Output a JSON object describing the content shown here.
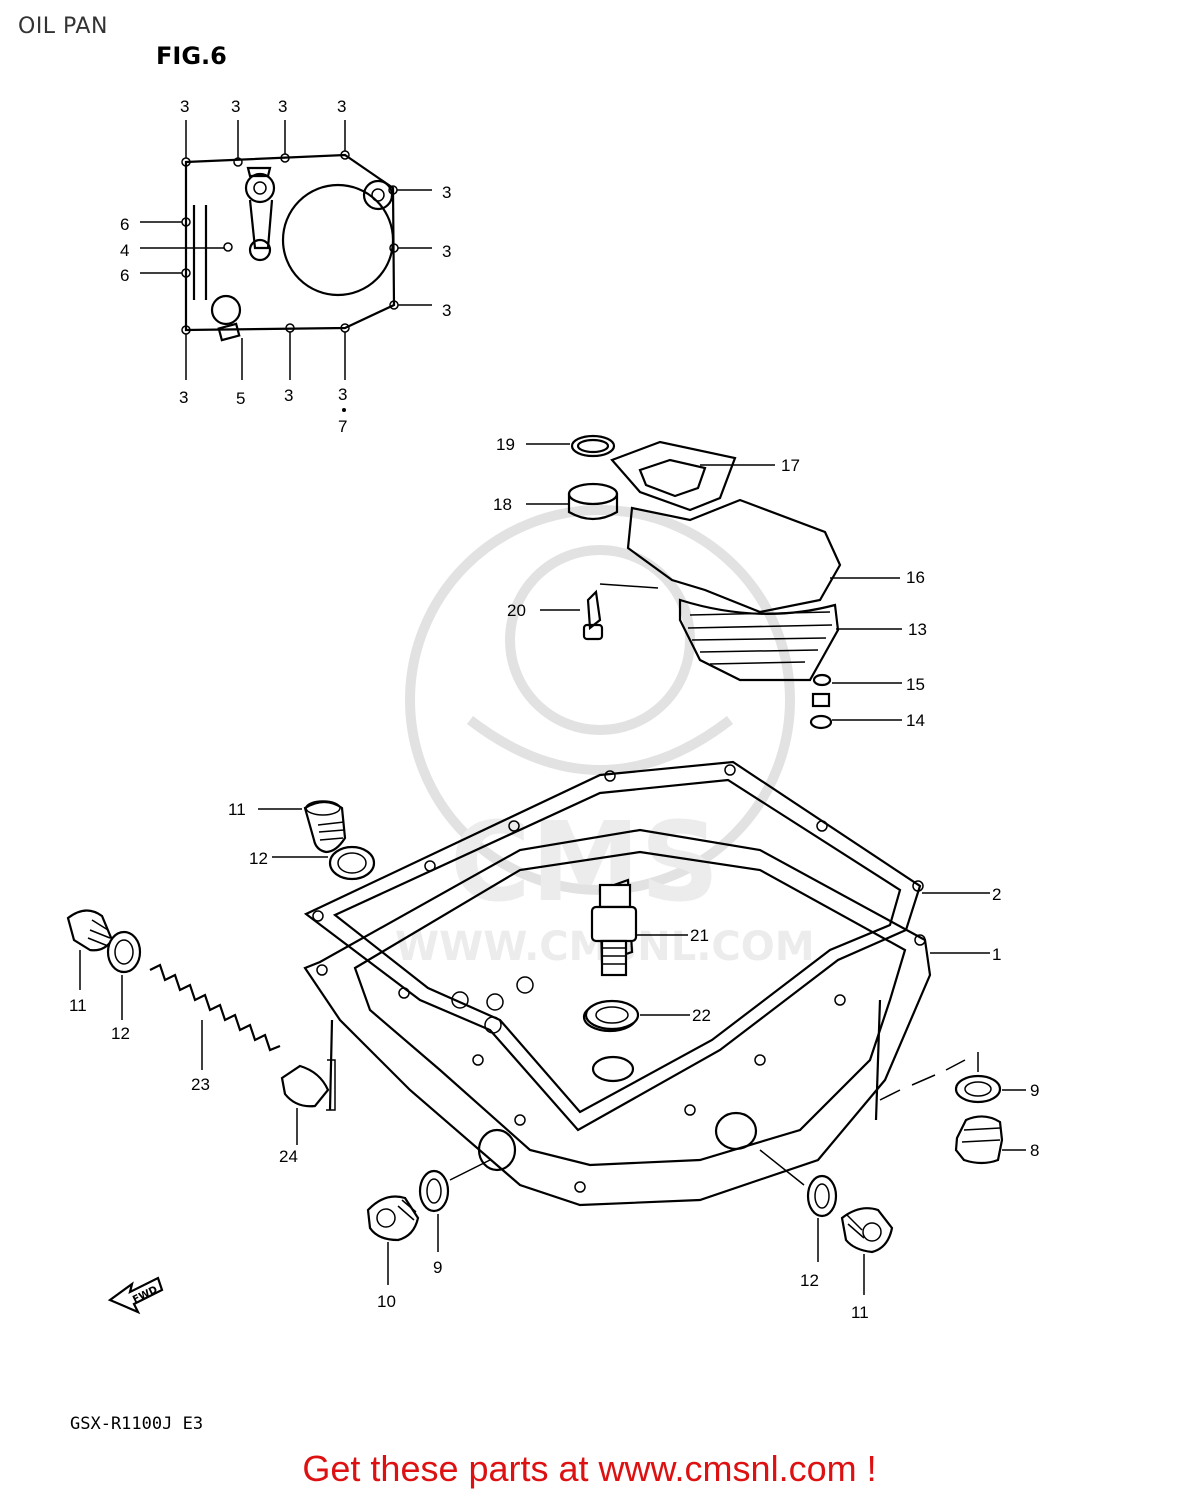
{
  "title": "OIL PAN",
  "figure": "FIG.6",
  "model": "GSX-R1100J  E3",
  "call_to_action": "Get these parts at www.cmsnl.com !",
  "watermark": {
    "brand": "CMS",
    "url": "WWW.CMSNL.COM"
  },
  "fwd_label": "FWD",
  "colors": {
    "cta": "#dd1111",
    "lines": "#000000",
    "watermark": "#e2e2e2"
  },
  "callouts": [
    {
      "id": "c3a",
      "text": "3"
    },
    {
      "id": "c3b",
      "text": "3"
    },
    {
      "id": "c3c",
      "text": "3"
    },
    {
      "id": "c3d",
      "text": "3"
    },
    {
      "id": "c3e",
      "text": "3"
    },
    {
      "id": "c3f",
      "text": "3"
    },
    {
      "id": "c3g",
      "text": "3"
    },
    {
      "id": "c6a",
      "text": "6"
    },
    {
      "id": "c4",
      "text": "4"
    },
    {
      "id": "c6b",
      "text": "6"
    },
    {
      "id": "c3h",
      "text": "3"
    },
    {
      "id": "c5",
      "text": "5"
    },
    {
      "id": "c3i",
      "text": "3"
    },
    {
      "id": "c3j",
      "text": "3"
    },
    {
      "id": "c7",
      "text": "7"
    },
    {
      "id": "c19",
      "text": "19"
    },
    {
      "id": "c17",
      "text": "17"
    },
    {
      "id": "c18",
      "text": "18"
    },
    {
      "id": "c16",
      "text": "16"
    },
    {
      "id": "c20",
      "text": "20"
    },
    {
      "id": "c13",
      "text": "13"
    },
    {
      "id": "c15",
      "text": "15"
    },
    {
      "id": "c14",
      "text": "14"
    },
    {
      "id": "c11a",
      "text": "11"
    },
    {
      "id": "c12a",
      "text": "12"
    },
    {
      "id": "c2",
      "text": "2"
    },
    {
      "id": "c21",
      "text": "21"
    },
    {
      "id": "c1",
      "text": "1"
    },
    {
      "id": "c22",
      "text": "22"
    },
    {
      "id": "c11b",
      "text": "11"
    },
    {
      "id": "c12b",
      "text": "12"
    },
    {
      "id": "c23",
      "text": "23"
    },
    {
      "id": "c24",
      "text": "24"
    },
    {
      "id": "c9a",
      "text": "9"
    },
    {
      "id": "c8",
      "text": "8"
    },
    {
      "id": "c10",
      "text": "10"
    },
    {
      "id": "c9b",
      "text": "9"
    },
    {
      "id": "c12c",
      "text": "12"
    },
    {
      "id": "c11c",
      "text": "11"
    }
  ]
}
